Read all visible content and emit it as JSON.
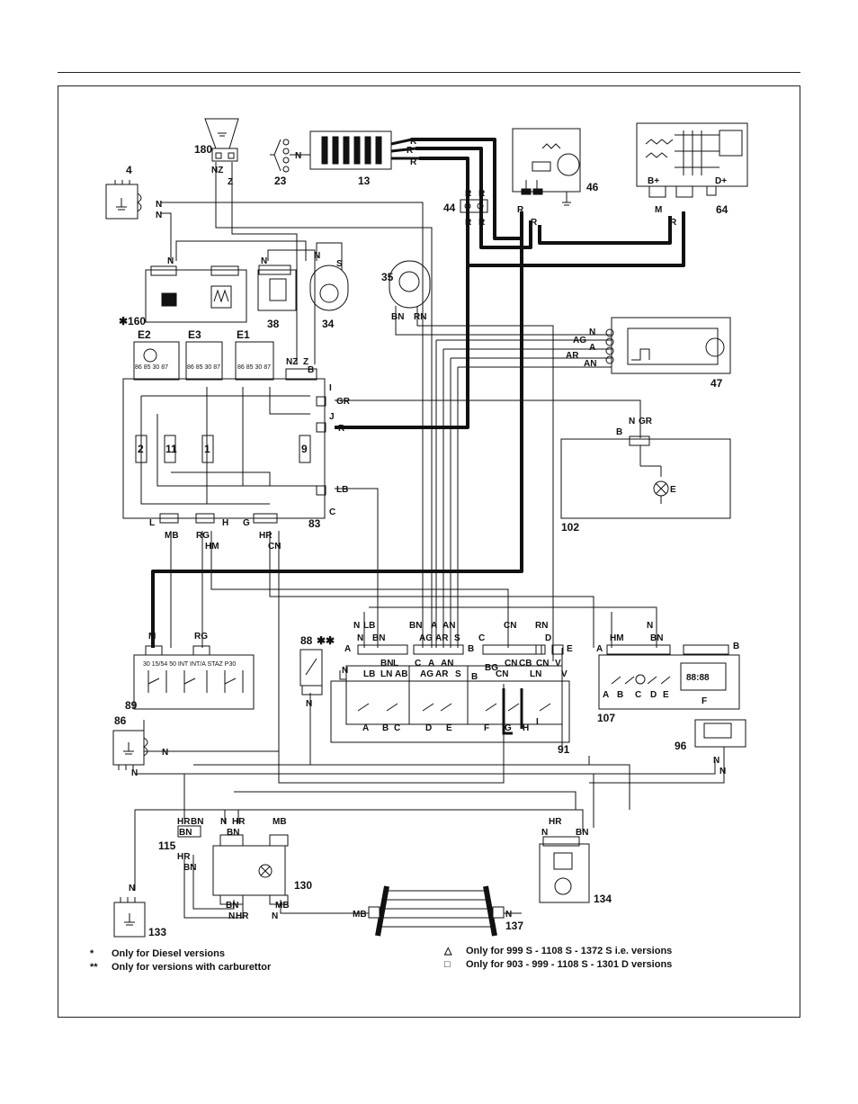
{
  "components": {
    "c4": "4",
    "c13": "13",
    "c23": "23",
    "c34": "34",
    "c35": "35",
    "c38": "38",
    "c44": "44",
    "c46": "46",
    "c47": "47",
    "c64": "64",
    "c83": "83",
    "c86": "86",
    "c88": "88",
    "c88_note": "✱✱",
    "c89": "89",
    "c91": "91",
    "c96": "96",
    "c102": "102",
    "c107": "107",
    "c115": "115",
    "c130": "130",
    "c133": "133",
    "c134": "134",
    "c137": "137",
    "c160": "✱160",
    "c180": "180"
  },
  "relays": {
    "e1": "E1",
    "e2": "E2",
    "e3": "E3"
  },
  "fuses": {
    "f2": "2",
    "f11": "11",
    "f1": "1",
    "f9": "9"
  },
  "wires": {
    "nz": "NZ",
    "z": "Z",
    "n": "N",
    "r": "R",
    "s": "S",
    "m": "M",
    "bn": "BN",
    "rn": "RN",
    "ag": "AG",
    "a": "A",
    "ar": "AR",
    "an": "AN",
    "gr": "GR",
    "lb": "LB",
    "mb": "MB",
    "rg": "RG",
    "hm": "HM",
    "hr": "HR",
    "cn": "CN",
    "ln": "LN",
    "l": "L",
    "ab": "AB",
    "cb": "CB",
    "b": "B",
    "bg": "BG",
    "v": "V",
    "c": "C",
    "bplus": "B+",
    "dplus": "D+",
    "bn_lower": "BN"
  },
  "connectors": {
    "A": "A",
    "B": "B",
    "C": "C",
    "D": "D",
    "E": "E",
    "G": "G",
    "H": "H",
    "I": "I",
    "J": "J",
    "L": "L"
  },
  "switch_labels": {
    "sA": "A",
    "sB": "B",
    "sC": "C",
    "sD": "D",
    "sE": "E",
    "sF": "F",
    "sG": "G",
    "sH": "H",
    "sI": "I"
  },
  "ignition_terminals": "30  15/54  50   INT  INT/A  STAZ  P30",
  "clock_display": "88:88",
  "lamp_label": "E",
  "display_label": "F",
  "relay_pins": "86 85 30 87",
  "notes": {
    "star_symbol": "*",
    "star_text": "Only for Diesel versions",
    "dstar_symbol": "**",
    "dstar_text": "Only for versions with carburettor",
    "triangle_symbol": "△",
    "triangle_text": "Only for 999 S - 1108 S - 1372 S i.e. versions",
    "square_symbol": "□",
    "square_text": "Only for 903 - 999 - 1108 S - 1301 D versions"
  }
}
